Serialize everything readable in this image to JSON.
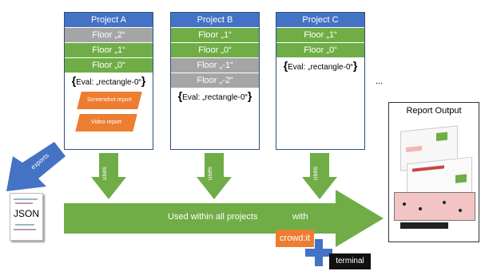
{
  "projects": [
    {
      "title": "Project A",
      "floors": [
        {
          "label": "Floor „2“",
          "color": "gray"
        },
        {
          "label": "Floor „1“",
          "color": "green"
        },
        {
          "label": "Floor „0“",
          "color": "green"
        }
      ],
      "eval": "Eval: „rectangle-0“",
      "reports": [
        "Screenshot report",
        "Video report"
      ]
    },
    {
      "title": "Project B",
      "floors": [
        {
          "label": "Floor „1“",
          "color": "green"
        },
        {
          "label": "Floor „0“",
          "color": "green"
        },
        {
          "label": "Floor „-1“",
          "color": "gray"
        },
        {
          "label": "Floor „-2“",
          "color": "gray"
        }
      ],
      "eval": "Eval: „rectangle-0“"
    },
    {
      "title": "Project C",
      "floors": [
        {
          "label": "Floor „1“",
          "color": "green"
        },
        {
          "label": "Floor „0“",
          "color": "green"
        }
      ],
      "eval": "Eval: „rectangle-0“"
    }
  ],
  "ellipsis": "...",
  "uses_label": "uses",
  "exports_label": "exports",
  "json_label": "JSON",
  "main_arrow_label": "Used within all projects",
  "with_label": "with",
  "crowdit_label": "crowd:it",
  "terminal_label": "terminal",
  "report_output_title": "Report Output",
  "colors": {
    "blue": "#4472c4",
    "green": "#70ad47",
    "gray": "#a5a5a5",
    "orange": "#ed7d31"
  }
}
